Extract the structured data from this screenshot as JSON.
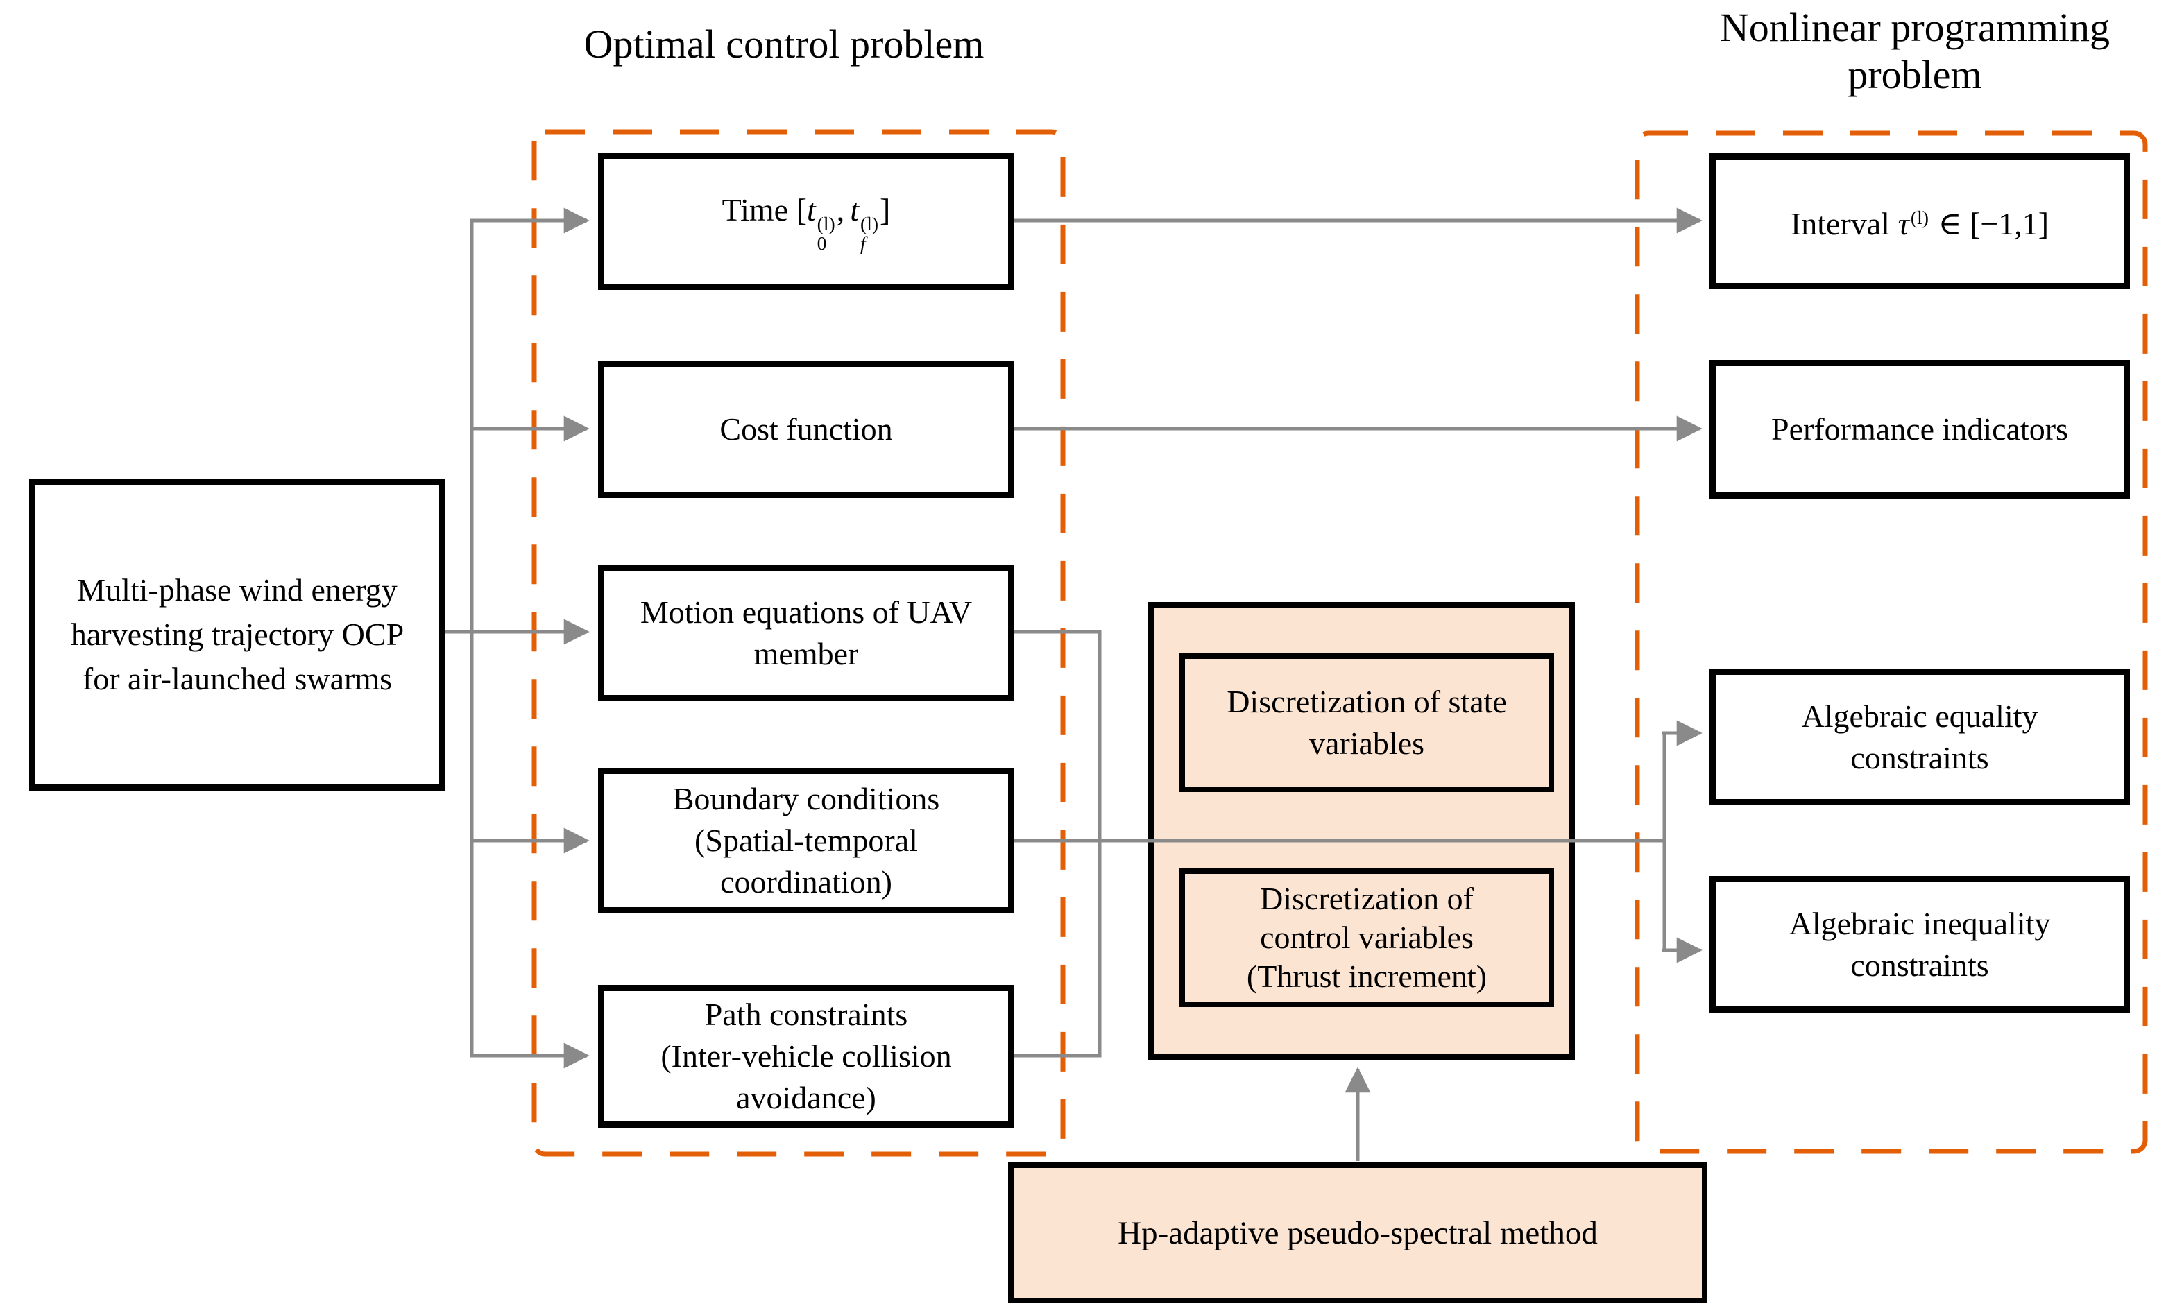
{
  "colors": {
    "orange_border": "#e35f07",
    "orange_fill": "#fce4d3",
    "connector_gray": "#8a8a8a",
    "box_border": "#000000"
  },
  "titles": {
    "ocp": "Optimal control problem",
    "nlp": [
      "Nonlinear programming",
      "problem"
    ]
  },
  "source_box": {
    "lines": [
      "Multi-phase wind energy",
      "harvesting trajectory OCP",
      "for air-launched swarms"
    ]
  },
  "ocp_panel": {
    "time": {
      "prefix": "Time [",
      "t1": "t",
      "t1_sup": "(l)",
      "t1_sub": "0",
      "sep": ",",
      "t2": "t",
      "t2_sup": "(l)",
      "t2_sub": "f",
      "suffix": "]"
    },
    "cost": {
      "lines": [
        "Cost function"
      ]
    },
    "motion": {
      "lines": [
        "Motion equations of UAV",
        "member"
      ]
    },
    "boundary": {
      "lines": [
        "Boundary conditions",
        "(Spatial-temporal",
        "coordination)"
      ]
    },
    "path": {
      "lines": [
        "Path constraints",
        "(Inter-vehicle collision",
        "avoidance)"
      ]
    }
  },
  "discretization_panel": {
    "state": {
      "lines": [
        "Discretization of state",
        "variables"
      ]
    },
    "control": {
      "lines": [
        "Discretization of",
        "control variables",
        "(Thrust increment)"
      ]
    }
  },
  "method_box": {
    "label": "Hp-adaptive pseudo-spectral method"
  },
  "nlp_panel": {
    "interval": {
      "prefix": "Interval",
      "tau": "τ",
      "tau_sup": "(l)",
      "suffix": "∈ [−1,1]"
    },
    "performance": {
      "lines": [
        "Performance indicators"
      ]
    },
    "equality": {
      "lines": [
        "Algebraic equality",
        "constraints"
      ]
    },
    "inequality": {
      "lines": [
        "Algebraic inequality",
        "constraints"
      ]
    }
  }
}
